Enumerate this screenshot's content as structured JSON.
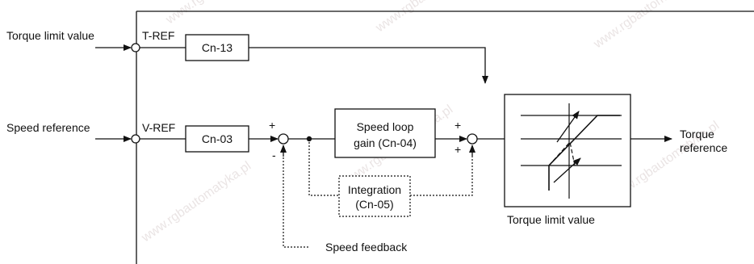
{
  "inputs": {
    "torque_limit_value": "Torque limit value",
    "speed_reference": "Speed reference"
  },
  "terminals": {
    "t_ref": "T-REF",
    "v_ref": "V-REF"
  },
  "blocks": {
    "cn13": "Cn-13",
    "cn03": "Cn-03",
    "speed_loop_line1": "Speed loop",
    "speed_loop_line2": "gain (Cn-04)",
    "integration_line1": "Integration",
    "integration_line2": "(Cn-05)"
  },
  "signs": {
    "sum1_plus": "+",
    "sum1_minus": "-",
    "sum2_plus_top": "+",
    "sum2_plus_bottom": "+"
  },
  "outputs": {
    "torque_reference_line1": "Torque",
    "torque_reference_line2": "reference",
    "torque_limit_value_caption": "Torque limit value"
  },
  "feedback": {
    "speed_feedback": "Speed feedback"
  },
  "watermark": "www.rgbautomatyka.pl"
}
